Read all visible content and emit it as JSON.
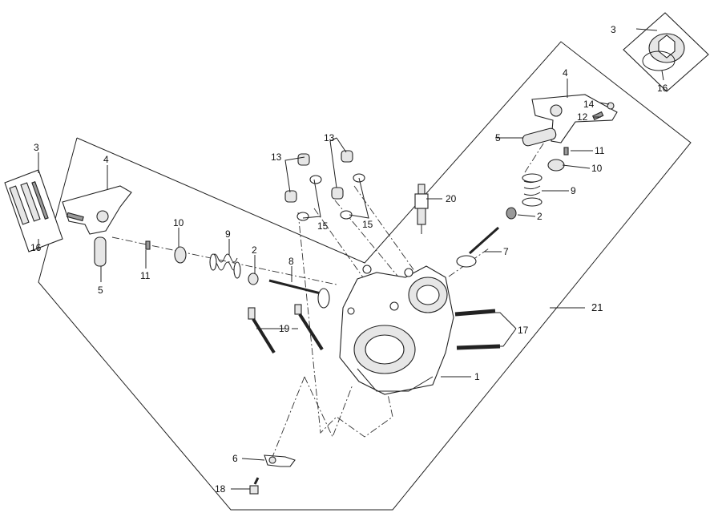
{
  "callouts": [
    {
      "id": "3a",
      "text": "3"
    },
    {
      "id": "3b",
      "text": "3"
    },
    {
      "id": "4a",
      "text": "4"
    },
    {
      "id": "4b",
      "text": "4"
    },
    {
      "id": "16a",
      "text": "16"
    },
    {
      "id": "16b",
      "text": "16"
    },
    {
      "id": "5a",
      "text": "5"
    },
    {
      "id": "5b",
      "text": "5"
    },
    {
      "id": "10a",
      "text": "10"
    },
    {
      "id": "10b",
      "text": "10"
    },
    {
      "id": "11a",
      "text": "11"
    },
    {
      "id": "11b",
      "text": "11"
    },
    {
      "id": "9a",
      "text": "9"
    },
    {
      "id": "9b",
      "text": "9"
    },
    {
      "id": "2a",
      "text": "2"
    },
    {
      "id": "2b",
      "text": "2"
    },
    {
      "id": "8",
      "text": "8"
    },
    {
      "id": "7",
      "text": "7"
    },
    {
      "id": "13a",
      "text": "13"
    },
    {
      "id": "13b",
      "text": "13"
    },
    {
      "id": "15a",
      "text": "15"
    },
    {
      "id": "15b",
      "text": "15"
    },
    {
      "id": "20",
      "text": "20"
    },
    {
      "id": "14",
      "text": "14"
    },
    {
      "id": "12",
      "text": "12"
    },
    {
      "id": "19",
      "text": "19"
    },
    {
      "id": "17",
      "text": "17"
    },
    {
      "id": "21",
      "text": "21"
    },
    {
      "id": "1",
      "text": "1"
    },
    {
      "id": "6",
      "text": "6"
    },
    {
      "id": "18",
      "text": "18"
    }
  ]
}
